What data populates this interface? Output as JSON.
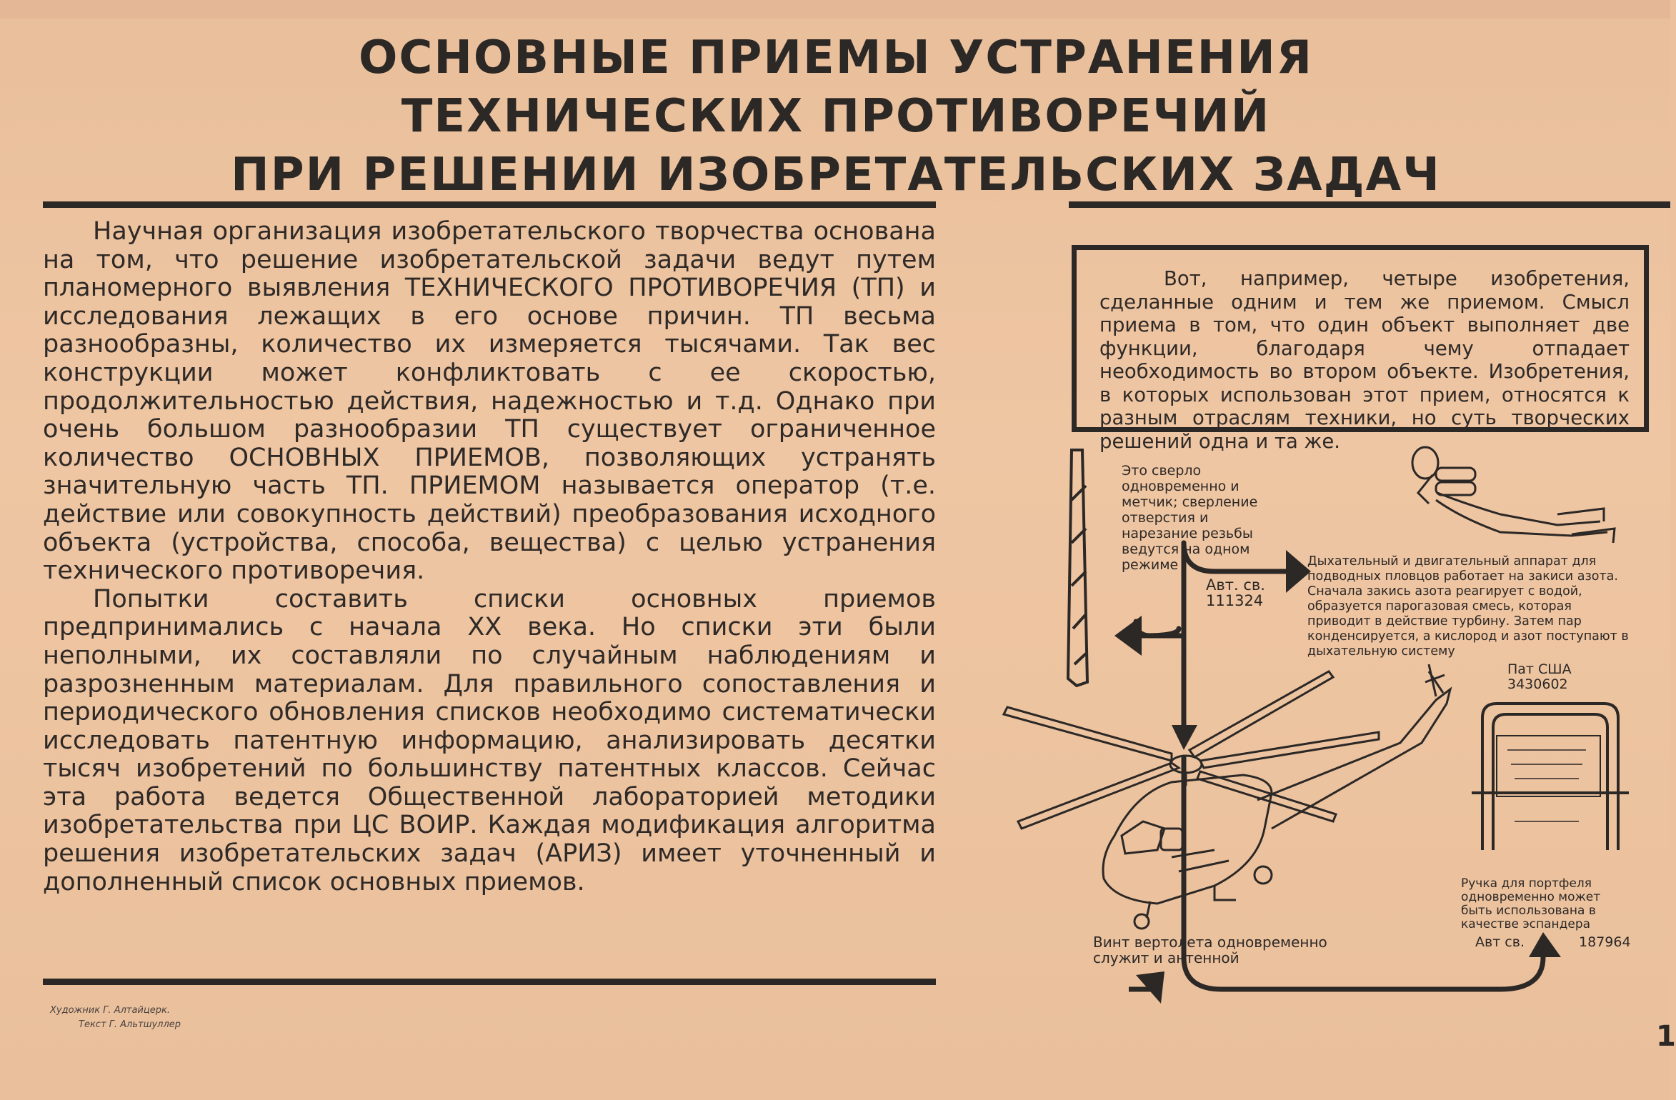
{
  "title": {
    "line1": "ОСНОВНЫЕ ПРИЕМЫ УСТРАНЕНИЯ",
    "line2": "ТЕХНИЧЕСКИХ ПРОТИВОРЕЧИЙ",
    "line3": "ПРИ РЕШЕНИИ ИЗОБРЕТАТЕЛЬСКИХ ЗАДАЧ"
  },
  "main": {
    "paragraph1": "Научная организация изобретательского творчества основана на том, что решение изобретательской задачи ведут путем планомерного выявления ТЕХНИЧЕСКОГО ПРОТИВОРЕЧИЯ (ТП) и исследования лежащих в его основе причин. ТП весьма разнообразны, количество их измеряется тысячами. Так вес конструкции может конфликтовать с ее скоростью, продолжительностью действия, надежностью и т.д. Однако при очень большом разнообразии ТП существует ограниченное количество ОСНОВНЫХ ПРИЕМОВ, позволяющих устранять значительную часть ТП. ПРИЕМОМ называется оператор (т.е. действие или совокупность действий) преобразования исходного объекта (устройства, способа, вещества) с целью устранения технического противоречия.",
    "paragraph2": "Попытки составить списки основных приемов предпринимались с начала XX века. Но списки эти были неполными, их составляли по случайным наблюдениям и разрозненным материалам. Для правильного сопоставления и периодического обновления списков необходимо систематически исследовать патентную информацию, анализировать десятки тысяч изобретений по большинству патентных классов. Сейчас эта работа ведется Общественной лабораторией методики изобретательства при ЦС ВОИР. Каждая модификация алгоритма решения изобретательских задач (АРИЗ) имеет уточненный и дополненный список основных приемов."
  },
  "credits": {
    "line1": "Художник Г. Алтайцерк.",
    "line2": "Текст Г. Альтшуллер"
  },
  "example_box": {
    "text": "Вот, например, четыре изобретения, сделанные одним и тем же приемом. Смысл приема в том, что один объект выполняет две функции, благодаря чему отпадает необходимость во втором объекте. Изобретения, в которых использован этот прием, относятся к разным отраслям техники, но суть творческих решений одна и та же."
  },
  "captions": {
    "drill": "Это сверло одновременно и метчик; сверление отверстия и нарезание резьбы ведутся на одном режиме",
    "drill_patent": "Авт. св. 111324",
    "diver": "Дыхательный и двигательный аппарат для подводных пловцов работает на закиси азота. Сначала закись азота реагирует с водой, образуется парогазовая смесь, которая приводит в действие турбину. Затем пар конденсируется, а кислород и азот поступают в дыхательную систему",
    "diver_patent": "Пат США 3430602",
    "helicopter": "Винт вертолета одновременно служит и антенной",
    "handle": "Ручка для портфеля одновременно может быть использована в качестве эспандера",
    "handle_patent_prefix": "Авт св.",
    "handle_patent_number": "187964"
  },
  "page_number": "1"
}
